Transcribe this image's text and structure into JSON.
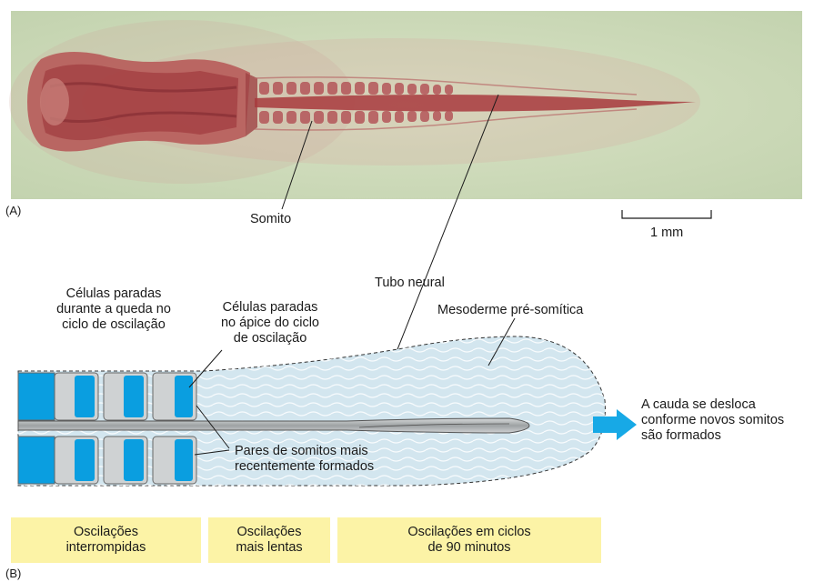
{
  "panel_a": {
    "letter": "(A)",
    "somite_label": "Somito",
    "scale_bar_label": "1 mm"
  },
  "panel_b": {
    "letter": "(B)",
    "labels": {
      "cells_falling": "Células paradas\ndurante a queda no\nciclo de oscilação",
      "cells_apex": "Células paradas\nno ápice do ciclo\nde oscilação",
      "neural_tube": "Tubo neural",
      "presomitic": "Mesoderme pré-somítica",
      "recent_pairs": "Pares de somitos mais\nrecentemente formados",
      "tail": "A cauda se desloca\nconforme novos somitos\nsão formados"
    },
    "bands": [
      "Oscilações\ninterrompidas",
      "Oscilações\nmais lentas",
      "Oscilações em ciclos\nde 90 minutos"
    ]
  },
  "colors": {
    "somite_blue": "#0a9ee0",
    "somite_gray": "#cfd2d3",
    "mesoderm_fill": "#d3e6ef",
    "wave_stroke": "#ffffff",
    "band_fill": "#fcf3a6",
    "arrow_blue": "#17a9e6",
    "photo_bg": "#c9d7b6",
    "embryo_red": "#a3363a"
  }
}
